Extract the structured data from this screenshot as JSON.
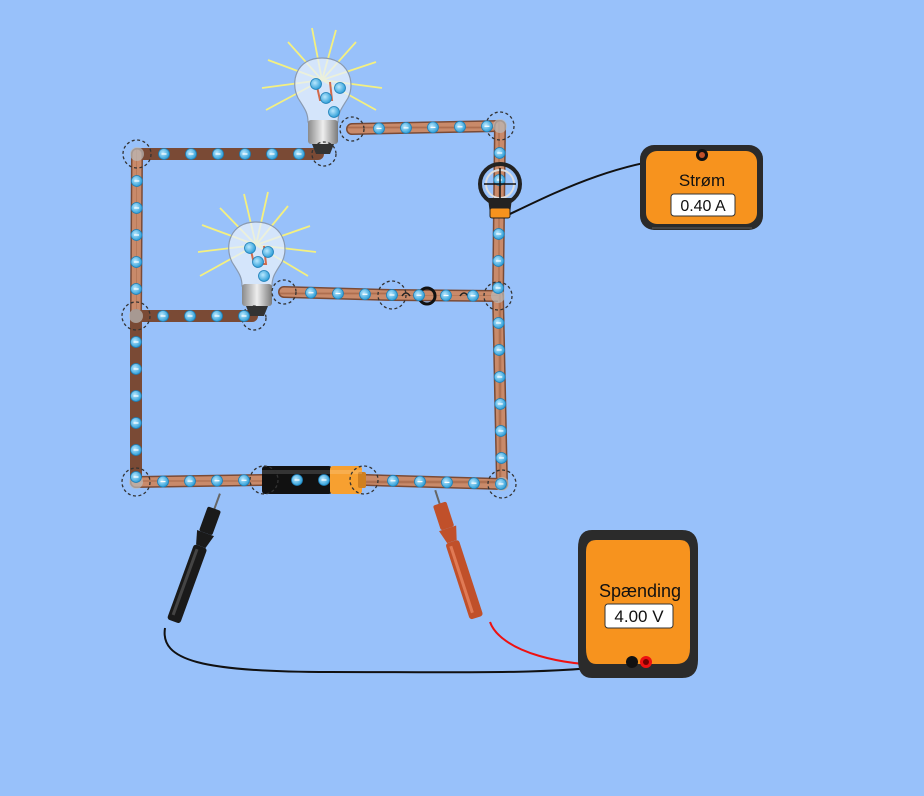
{
  "ammeter": {
    "title": "Strøm",
    "reading": "0.40 A"
  },
  "voltmeter": {
    "title": "Spænding",
    "reading": "4.00 V"
  },
  "colors": {
    "background": "#98c1fa",
    "wire": "#b87b5c",
    "electron": "#3fb0e8",
    "meter_body": "#f7931e",
    "meter_frame": "#2b2b2b",
    "probe_black": "#1a1a1a",
    "probe_red": "#c0502a",
    "bulb_glow": "#f4f080"
  },
  "components": [
    {
      "type": "light-bulb",
      "state": "lit"
    },
    {
      "type": "light-bulb",
      "state": "lit"
    },
    {
      "type": "battery"
    },
    {
      "type": "switch",
      "state": "closed"
    },
    {
      "type": "ammeter-probe"
    },
    {
      "type": "voltmeter-probe-black"
    },
    {
      "type": "voltmeter-probe-red"
    }
  ]
}
